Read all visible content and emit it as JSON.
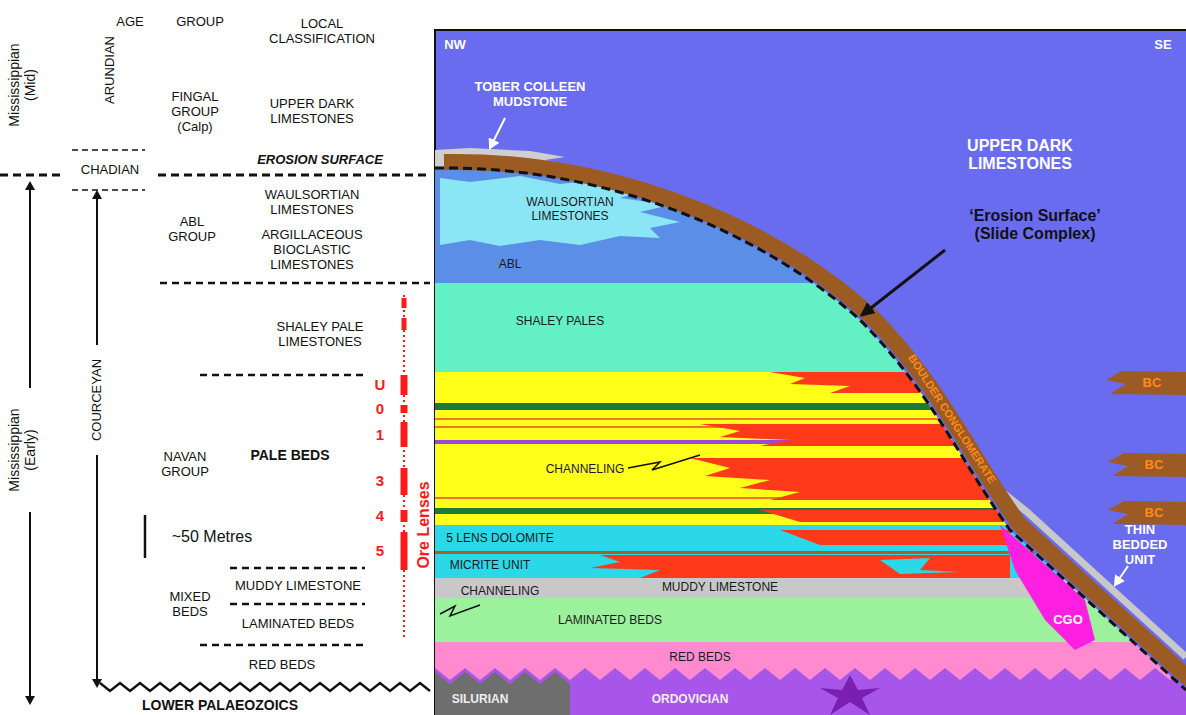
{
  "diagram": {
    "labels": [
      "Mississippian (Mid)",
      "AGE",
      "GROUP",
      "LOCAL CLASSIFICATION",
      "ARUNDIAN",
      "FINGAL GROUP (Calp)",
      "UPPER DARK LIMESTONES",
      "CHADIAN",
      "EROSION SURFACE",
      "ABL GROUP",
      "WAULSORTIAN LIMESTONES",
      "ARGILLACEOUS BIOCLASTIC LIMESTONES",
      "COURCEYAN",
      "SHALEY PALE LIMESTONES",
      "NAVAN GROUP",
      "PALE BEDS",
      "U",
      "0",
      "1",
      "3",
      "4",
      "5",
      "Ore Lenses",
      "~50 Metres",
      "MIXED BEDS",
      "MUDDY LIMESTONE",
      "LAMINATED BEDS",
      "RED BEDS",
      "LOWER PALAEOZOICS",
      "Mississippian (Early)",
      "NW",
      "SE",
      "TOBER COLLEEN MUDSTONE",
      "UPPER DARK LIMESTONES",
      "‘Erosion Surface’ (Slide Complex)",
      "WAULSORTIAN LIMESTONES",
      "ABL",
      "SHALEY PALES",
      "BOULDER CONGLOMERATE",
      "BC",
      "BC",
      "BC",
      "CHANNELING",
      "THIN BEDDED UNIT",
      "5 LENS DOLOMITE",
      "MICRITE UNIT",
      "MUDDY LIMESTONE",
      "CHANNELING",
      "LAMINATED BEDS",
      "RED BEDS",
      "CGO",
      "SILURIAN",
      "ORDOVICIAN"
    ]
  }
}
